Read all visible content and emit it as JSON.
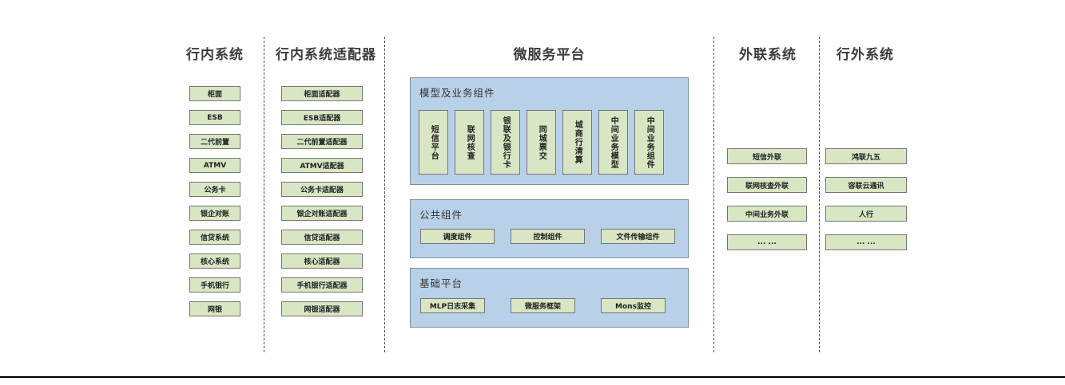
{
  "colors": {
    "green": "#d8e6c4",
    "node-border": "#767676",
    "blue": "#b9d1e8",
    "blue-border": "#7f8ea0",
    "divider": "#4a4a4a",
    "heading": "#3b3b3b",
    "rule": "#000000"
  },
  "columns": [
    {
      "title": "行内系统",
      "items": [
        "柜面",
        "ESB",
        "二代前置",
        "ATMV",
        "公务卡",
        "银企对账",
        "信贷系统",
        "核心系统",
        "手机银行",
        "网银"
      ]
    },
    {
      "title": "行内系统适配器",
      "items": [
        "柜面适配器",
        "ESB适配器",
        "二代前置适配器",
        "ATMV适配器",
        "公务卡适配器",
        "银企对账适配器",
        "信贷适配器",
        "核心适配器",
        "手机银行适配器",
        "网银适配器"
      ]
    },
    {
      "title": "微服务平台",
      "groups": [
        {
          "label": "模型及业务组件",
          "items": [
            "短信平台",
            "联网核查",
            "银联及银行卡",
            "同城票交",
            "城商行清算",
            "中间业务模型",
            "中间业务组件"
          ]
        },
        {
          "label": "公共组件",
          "items": [
            "调度组件",
            "控制组件",
            "文件传输组件"
          ]
        },
        {
          "label": "基础平台",
          "items": [
            "MLP日志采集",
            "微服务框架",
            "Mons监控"
          ]
        }
      ]
    },
    {
      "title": "外联系统",
      "items": [
        "短信外联",
        "联网核查外联",
        "中间业务外联",
        "... ..."
      ]
    },
    {
      "title": "行外系统",
      "items": [
        "鸿联九五",
        "容联云通讯",
        "人行",
        "... ..."
      ]
    }
  ]
}
